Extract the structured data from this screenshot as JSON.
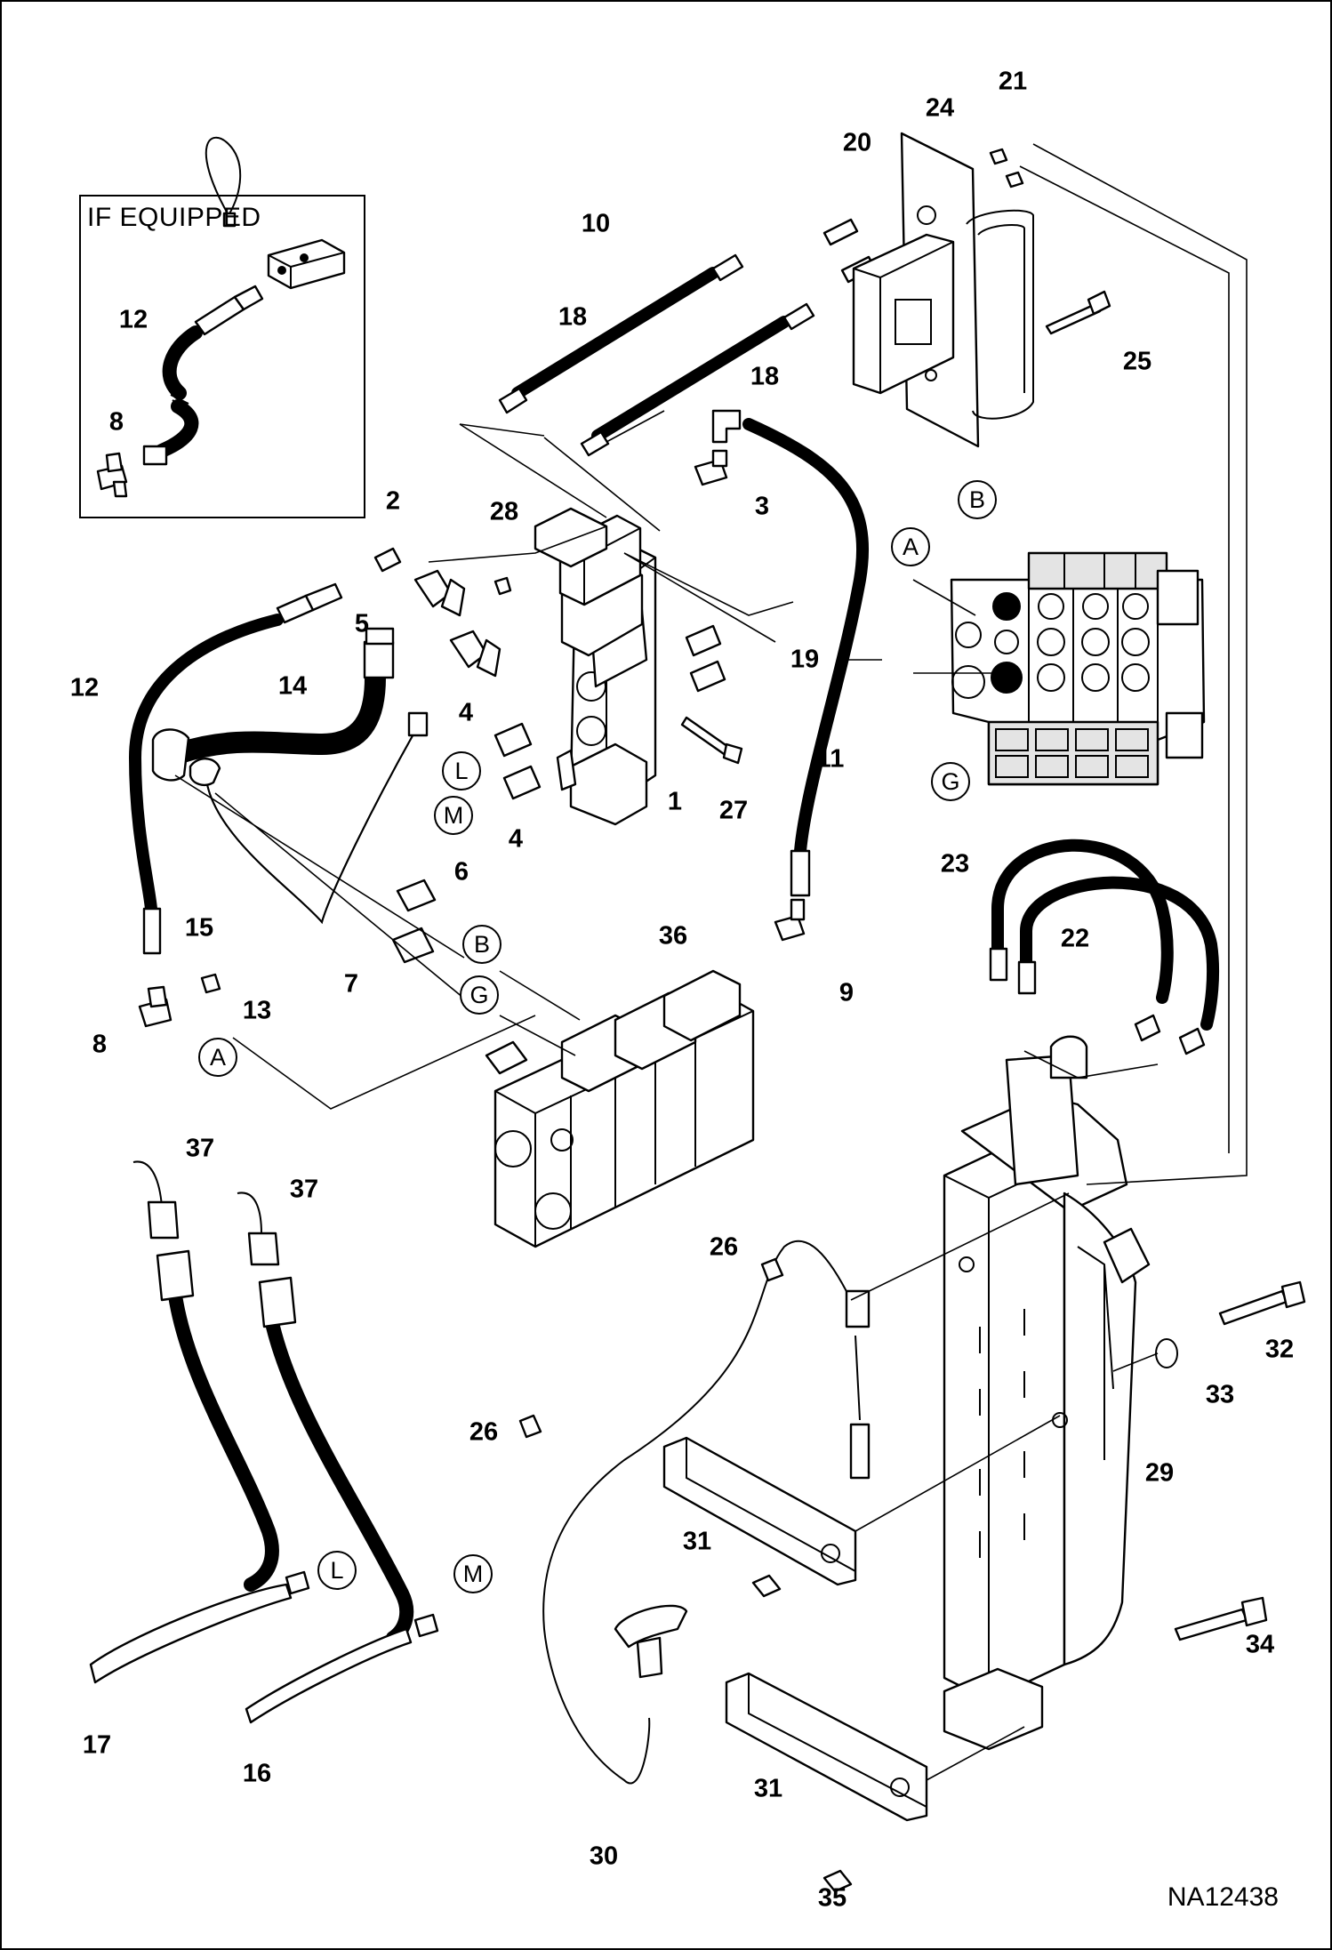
{
  "inset": {
    "title": "IF EQUIPPED"
  },
  "figure_code": "NA12438",
  "callouts": {
    "c1": "1",
    "c2": "2",
    "c3": "3",
    "c4a": "4",
    "c4b": "4",
    "c5": "5",
    "c6": "6",
    "c7": "7",
    "c8a": "8",
    "c8b": "8",
    "c9": "9",
    "c10": "10",
    "c11": "11",
    "c12a": "12",
    "c12b": "12",
    "c13": "13",
    "c14": "14",
    "c15": "15",
    "c16": "16",
    "c17": "17",
    "c18a": "18",
    "c18b": "18",
    "c19": "19",
    "c20": "20",
    "c21": "21",
    "c22": "22",
    "c23": "23",
    "c24": "24",
    "c25": "25",
    "c26a": "26",
    "c26b": "26",
    "c27": "27",
    "c28": "28",
    "c29": "29",
    "c30": "30",
    "c31a": "31",
    "c31b": "31",
    "c32": "32",
    "c33": "33",
    "c34": "34",
    "c35": "35",
    "c36": "36",
    "c37a": "37",
    "c37b": "37"
  },
  "port_letters": {
    "a_valve": "A",
    "b_valve": "B",
    "g_valve": "G",
    "l_sel": "L",
    "m_sel": "M",
    "b_mid": "B",
    "g_mid": "G",
    "a_mid": "A",
    "l_hose": "L",
    "m_hose": "M"
  }
}
